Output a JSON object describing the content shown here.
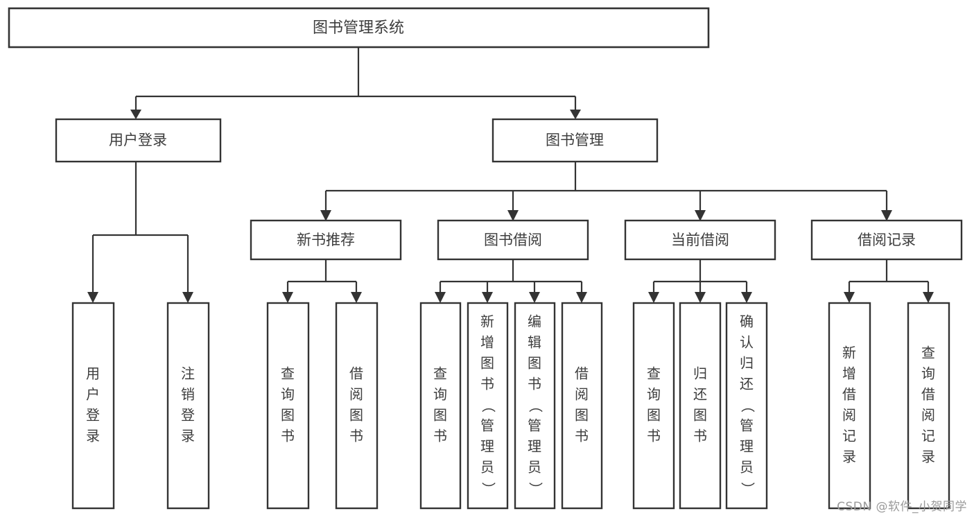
{
  "diagram": {
    "title": "图书管理系统",
    "type": "tree-hierarchy",
    "watermark": "CSDN @软件_小贺同学",
    "colors": {
      "box_fill": "#ffffff",
      "box_stroke": "#333333",
      "text": "#3d3d3d",
      "watermark": "#9a9a9a",
      "background": "#ffffff"
    },
    "root": {
      "id": "root",
      "label": "图书管理系统"
    },
    "level2": [
      {
        "id": "user-login",
        "label": "用户登录"
      },
      {
        "id": "book-manage",
        "label": "图书管理"
      }
    ],
    "level3": [
      {
        "id": "new-book-recommend",
        "label": "新书推荐",
        "parent": "book-manage"
      },
      {
        "id": "book-borrow",
        "label": "图书借阅",
        "parent": "book-manage"
      },
      {
        "id": "current-borrow",
        "label": "当前借阅",
        "parent": "book-manage"
      },
      {
        "id": "borrow-record",
        "label": "借阅记录",
        "parent": "book-manage"
      }
    ],
    "leaves": [
      {
        "id": "leaf-user-login",
        "label": "用户登录",
        "parent": "user-login"
      },
      {
        "id": "leaf-user-logout",
        "label": "注销登录",
        "parent": "user-login"
      },
      {
        "id": "leaf-query-book-1",
        "label": "查询图书",
        "parent": "new-book-recommend"
      },
      {
        "id": "leaf-borrow-book-1",
        "label": "借阅图书",
        "parent": "new-book-recommend"
      },
      {
        "id": "leaf-query-book-2",
        "label": "查询图书",
        "parent": "book-borrow"
      },
      {
        "id": "leaf-add-book",
        "label": "新增图书（管理员）",
        "parent": "book-borrow"
      },
      {
        "id": "leaf-edit-book",
        "label": "编辑图书（管理员）",
        "parent": "book-borrow"
      },
      {
        "id": "leaf-borrow-book-2",
        "label": "借阅图书",
        "parent": "book-borrow"
      },
      {
        "id": "leaf-query-book-3",
        "label": "查询图书",
        "parent": "current-borrow"
      },
      {
        "id": "leaf-return-book",
        "label": "归还图书",
        "parent": "current-borrow"
      },
      {
        "id": "leaf-confirm-return",
        "label": "确认归还（管理员）",
        "parent": "current-borrow"
      },
      {
        "id": "leaf-add-record",
        "label": "新增借阅记录",
        "parent": "borrow-record"
      },
      {
        "id": "leaf-query-record",
        "label": "查询借阅记录",
        "parent": "borrow-record"
      }
    ]
  }
}
